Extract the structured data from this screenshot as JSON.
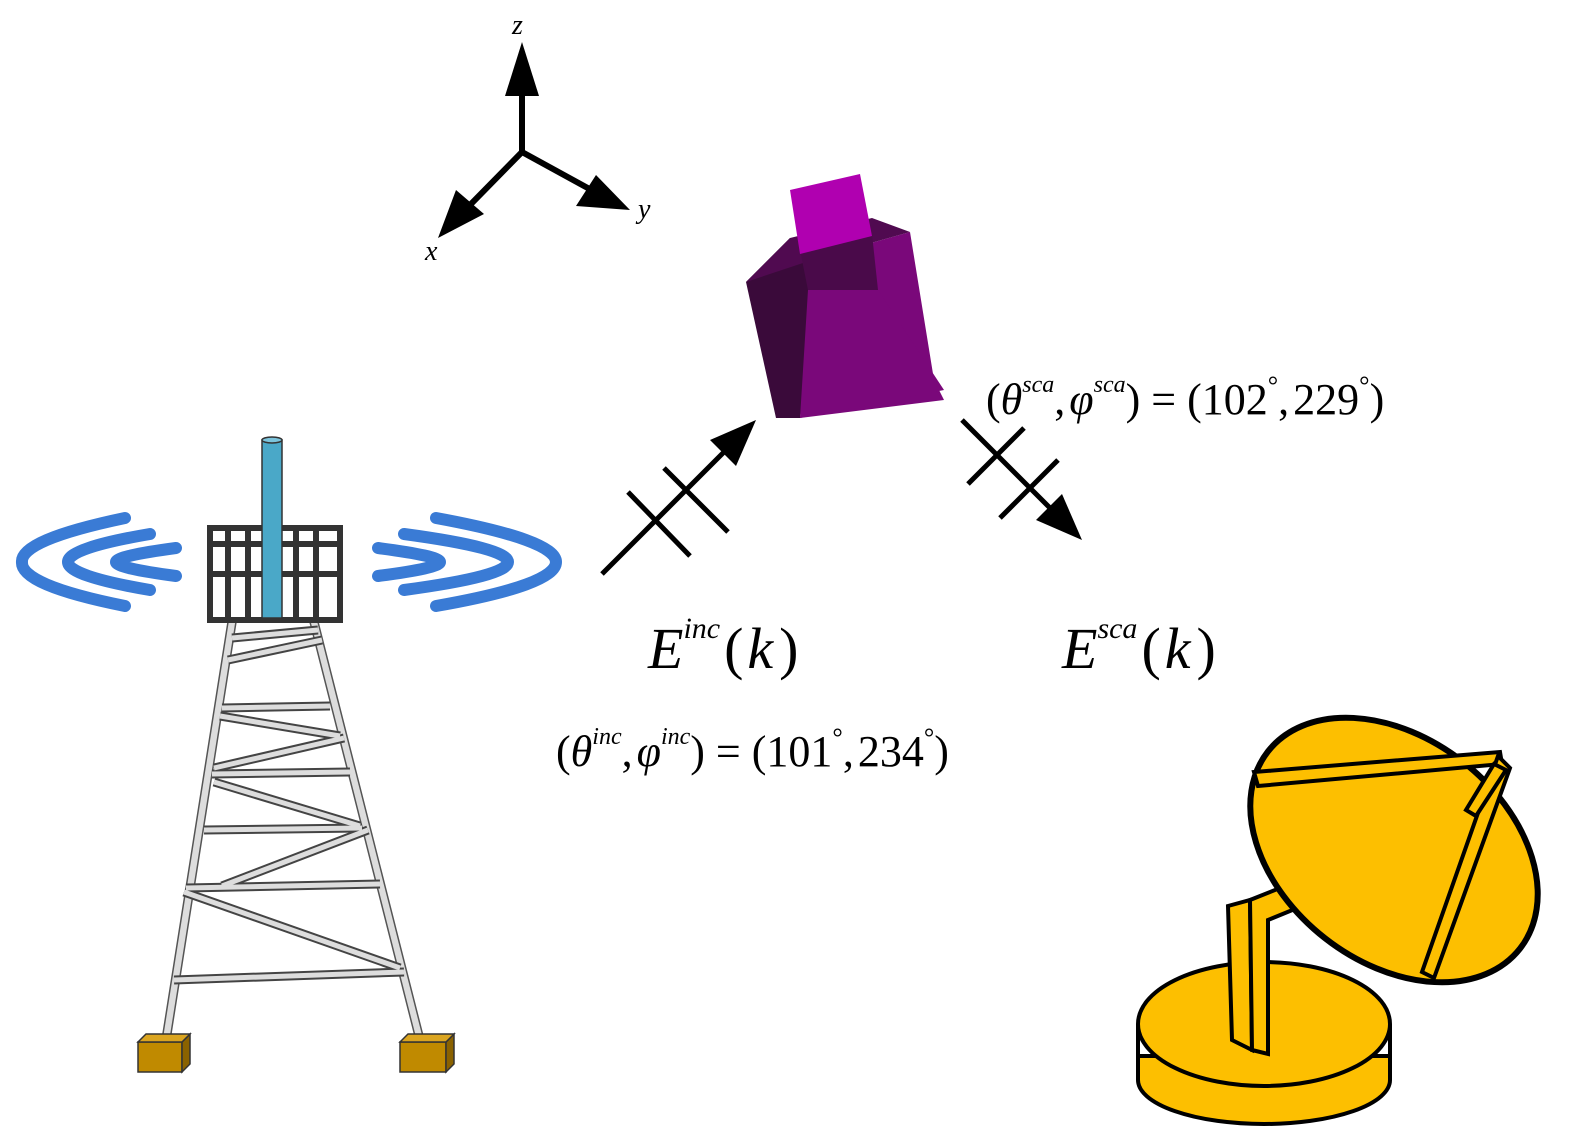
{
  "axes": {
    "z": "z",
    "y": "y",
    "x": "x"
  },
  "incident": {
    "field_symbol": "E",
    "superscript": "inc",
    "argument_open": "(",
    "argument": "k",
    "argument_close": ")",
    "angles": {
      "open": "(",
      "theta": "θ",
      "theta_sup": "inc",
      "comma": ",",
      "phi": "φ",
      "phi_sup": "inc",
      "equals_open": ") = (",
      "theta_value": "101",
      "phi_value": "234",
      "degree": "°",
      "close": ")"
    }
  },
  "scattered": {
    "field_symbol": "E",
    "superscript": "sca",
    "argument_open": "(",
    "argument": "k",
    "argument_close": ")",
    "angles": {
      "open": "(",
      "theta": "θ",
      "theta_sup": "sca",
      "comma": ",",
      "phi": "φ",
      "phi_sup": "sca",
      "equals_open": ") = (",
      "theta_value": "102",
      "phi_value": "229",
      "degree": "°",
      "close": ")"
    }
  },
  "colors": {
    "wave": "#3a7bd5",
    "antenna_pole": "#4aa8c8",
    "target_light": "#a000a0",
    "target_dark": "#3a0a3a",
    "dish": "#fdbf00",
    "tower_base": "#c08a00"
  }
}
